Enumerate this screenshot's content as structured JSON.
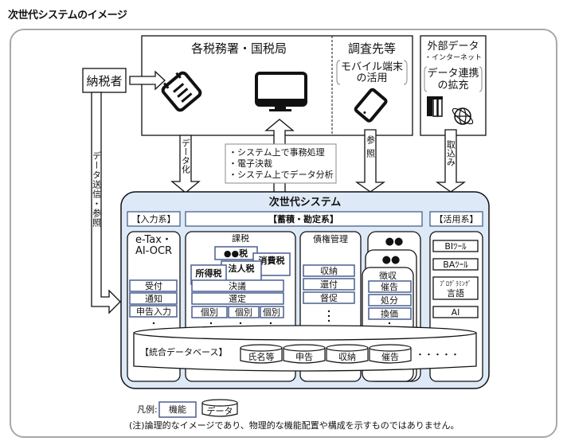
{
  "page_title": "次世代システムのイメージ",
  "taxpayer": {
    "label": "納税者",
    "arrow_label": "データ送信・参照"
  },
  "offices": {
    "title": "各税務署・国税局",
    "datafy_arrow_label": "データ化",
    "screen_icon": "monitor-icon",
    "document_icon": "document-icon"
  },
  "investigation": {
    "title": "調査先等",
    "note_line1": "モバイル端末",
    "note_line2": "の活用",
    "arrow_label": "参照",
    "icon": "tablet-icon"
  },
  "external": {
    "title_line1": "外部データ",
    "title_line2": "・インターネット",
    "note_line1": "データ連携",
    "note_line2": "の拡充",
    "arrow_label": "取込み",
    "icons": [
      "building-icon",
      "globe-icon"
    ]
  },
  "callout": {
    "items": [
      "・システム上で事務処理",
      "・電子決裁",
      "・システム上でデータ分析"
    ]
  },
  "system": {
    "title": "次世代システム",
    "sections": {
      "input": "【入力系】",
      "storage": "【蓄積・勘定系】",
      "use": "【活用系】"
    },
    "input_box": {
      "title_line1": "e-Tax・",
      "title_line2": "AI-OCR",
      "functions": [
        "受付",
        "通知",
        "申告入力"
      ],
      "more": "・"
    },
    "tax_box": {
      "title": "課税",
      "cards": [
        "●●税",
        "消費税",
        "法人税",
        "所得税"
      ],
      "functions": [
        "決議",
        "選定"
      ],
      "individual": [
        "個別",
        "個別",
        "個別"
      ]
    },
    "claims_box": {
      "title": "債権管理",
      "functions": [
        "収納",
        "還付",
        "督促"
      ],
      "more": "⋮"
    },
    "collection_box": {
      "stack_labels": [
        "●●",
        "●●"
      ],
      "title": "徴収",
      "functions": [
        "催告",
        "処分",
        "換価"
      ]
    },
    "use_box": {
      "functions": [
        "BIﾂｰﾙ",
        "BAﾂｰﾙ",
        "ﾌﾟﾛｸﾞﾗﾐﾝｸﾞ",
        "言語",
        "AI"
      ]
    },
    "database": {
      "label": "【統合データベース】",
      "stores": [
        "氏名等",
        "申告",
        "収納",
        "催告"
      ],
      "more": "・・・・・"
    }
  },
  "legend": {
    "prefix": "凡例:",
    "function_label": "機能",
    "data_label": "データ"
  },
  "note": "(注)論理的なイメージであり、物理的な機能配置や構成を示すものではありません。",
  "colors": {
    "system_fill": "#dde9f6",
    "function_border": "#4a5f8f",
    "frame": "#a8a8a8"
  }
}
